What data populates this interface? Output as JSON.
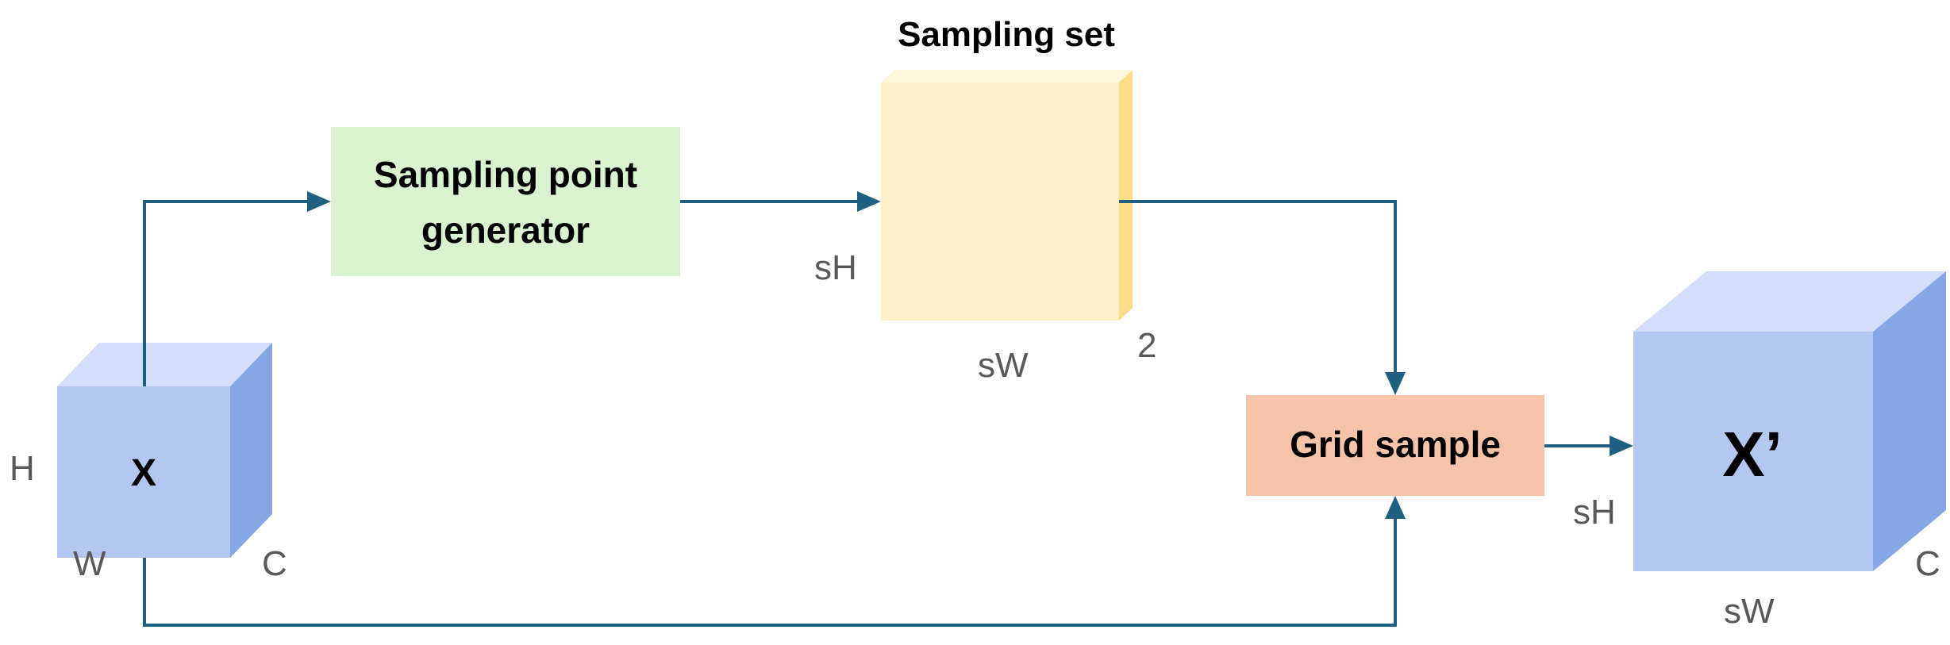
{
  "colors": {
    "arrow": "#1f5f7f",
    "cube_front": "#b4c7f0",
    "cube_top": "#d2defa",
    "cube_side": "#86a6e6",
    "generator_fill": "#d9f2d0",
    "sampling_set_front": "#fdf0c8",
    "sampling_set_top": "#fff7dd",
    "sampling_set_side": "#fcdc88",
    "grid_sample_fill": "#f5c4a8",
    "dimension_label": "#595959"
  },
  "input_tensor": {
    "label": "X",
    "dim_h": "H",
    "dim_w": "W",
    "dim_c": "C"
  },
  "generator": {
    "line1": "Sampling point",
    "line2": "generator"
  },
  "sampling_set": {
    "title": "Sampling set",
    "dim_h": "sH",
    "dim_w": "sW",
    "dim_c": "2"
  },
  "grid_sample": {
    "label": "Grid sample"
  },
  "output_tensor": {
    "label": "X’",
    "dim_h": "sH",
    "dim_w": "sW",
    "dim_c": "C"
  }
}
